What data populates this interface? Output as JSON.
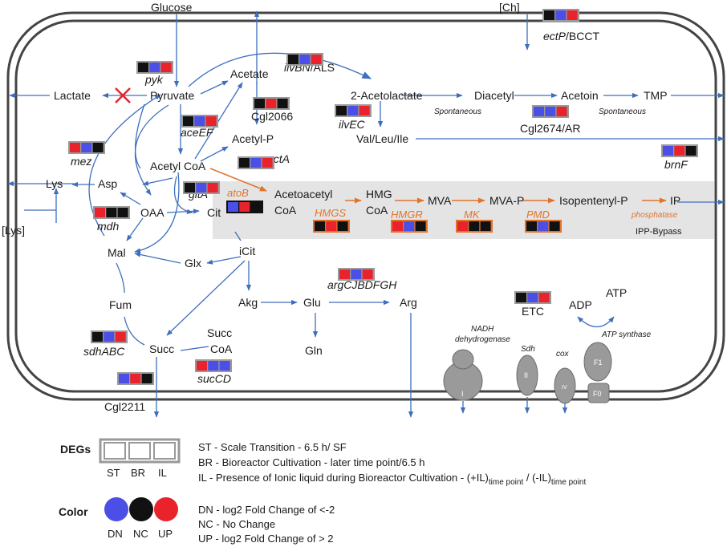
{
  "colors": {
    "up": "#e8232b",
    "down": "#4b4fe6",
    "none": "#111111",
    "arrow": "#3d6fbd",
    "orange": "#e0742d",
    "bypass_bg": "#e4e4e4"
  },
  "labels": {
    "glucose": "Glucose",
    "ch": "[Ch]",
    "lys_ext": "[Lys]",
    "pyruvate": "Pyruvate",
    "lactate": "Lactate",
    "acetate": "Acetate",
    "acetolactate": "2-Acetolactate",
    "diacetyl": "Diacetyl",
    "acetoin": "Acetoin",
    "tmp": "TMP",
    "val_leu_ile": "Val/Leu/Ile",
    "acetyl_p": "Acetyl-P",
    "acetyl_coa": "Acetyl CoA",
    "lys": "Lys",
    "asp": "Asp",
    "oaa": "OAA",
    "cit": "Cit",
    "mal": "Mal",
    "glx": "Glx",
    "icit": "iCit",
    "akg": "Akg",
    "glu": "Glu",
    "arg": "Arg",
    "gln": "Gln",
    "fum": "Fum",
    "succ": "Succ",
    "succ_coa_1": "Succ",
    "succ_coa_2": "CoA",
    "acetoacetyl_1": "Acetoacetyl",
    "acetoacetyl_2": "CoA",
    "hmg_1": "HMG",
    "hmg_2": "CoA",
    "mva": "MVA",
    "mva_p": "MVA-P",
    "isopentenyl_p": "Isopentenyl-P",
    "ip": "IP",
    "ipp_bypass": "IPP-Bypass",
    "adp": "ADP",
    "atp": "ATP",
    "etc": "ETC",
    "spontaneous_1": "Spontaneous",
    "spontaneous_2": "Spontaneous",
    "phosphatase": "phosphatase",
    "nadh_1": "NADH",
    "nadh_2": "dehydrogenase",
    "sdh": "Sdh",
    "cox": "cox",
    "atp_synthase": "ATP synthase",
    "complex_i": "I",
    "complex_ii": "II",
    "complex_iv": "IV",
    "f1": "F1",
    "f0": "F0"
  },
  "genes": {
    "ectP": "ectP",
    "ectP_rest": "/BCCT",
    "pyk": "pyk",
    "ilvBN": "ilvBN",
    "ilvBN_rest": "/ALS",
    "aceEF": "aceEF",
    "cgl2066": "Cgl2066",
    "ilvEC": "ilvEC",
    "cgl2674": "Cgl2674/AR",
    "mez": "mez",
    "actA": "actA",
    "brnF": "brnF",
    "gltA": "gltA",
    "mdh": "mdh",
    "atoB": "atoB",
    "hmgs": "HMGS",
    "hmgr": "HMGR",
    "mk": "MK",
    "pmd": "PMD",
    "argCJBDFGH": "argCJBDFGH",
    "sdhABC": "sdhABC",
    "sucCD": "sucCD",
    "cgl2211": "Cgl2211"
  },
  "expression": {
    "ectP": [
      "NC",
      "DN",
      "UP"
    ],
    "pyk": [
      "NC",
      "DN",
      "UP"
    ],
    "ilvBN": [
      "NC",
      "DN",
      "UP"
    ],
    "cgl2066": [
      "NC",
      "UP",
      "NC"
    ],
    "ilvEC": [
      "NC",
      "DN",
      "UP"
    ],
    "aceEF": [
      "NC",
      "DN",
      "UP"
    ],
    "cgl2674": [
      "DN",
      "DN",
      "UP"
    ],
    "mez": [
      "UP",
      "DN",
      "NC"
    ],
    "actA": [
      "NC",
      "DN",
      "UP"
    ],
    "brnF": [
      "DN",
      "UP",
      "NC"
    ],
    "gltA": [
      "NC",
      "DN",
      "UP"
    ],
    "mdh": [
      "UP",
      "NC",
      "NC"
    ],
    "atoB": [
      "DN",
      "UP",
      "NC"
    ],
    "hmgs": [
      "NC",
      "UP",
      "NC"
    ],
    "hmgr": [
      "UP",
      "DN",
      "NC"
    ],
    "mk": [
      "UP",
      "NC",
      "NC"
    ],
    "pmd": [
      "NC",
      "DN",
      "NC"
    ],
    "argCJBDFGH": [
      "UP",
      "DN",
      "UP"
    ],
    "etc": [
      "NC",
      "DN",
      "UP"
    ],
    "sdhABC": [
      "NC",
      "DN",
      "UP"
    ],
    "sucCD": [
      "UP",
      "DN",
      "DN"
    ],
    "cgl2211": [
      "DN",
      "UP",
      "NC"
    ]
  },
  "legend": {
    "degs_title": "DEGs",
    "color_title": "Color",
    "cols": [
      "ST",
      "BR",
      "IL"
    ],
    "st_text": "ST - Scale Transition - 6.5 h/ SF",
    "br_text": "BR - Bioreactor Cultivation - later time point/6.5 h",
    "il_text_1": "IL   - Presence of Ionic liquid during Bioreactor Cultivation - (+IL)",
    "il_sub_1": "time point",
    "il_text_2": " / (-IL)",
    "il_sub_2": "time point",
    "color_keys": [
      "DN",
      "NC",
      "UP"
    ],
    "dn_text": "DN - log2 Fold Change of <-2",
    "nc_text": "NC - No Change",
    "up_text": "UP - log2 Fold Change of > 2"
  }
}
